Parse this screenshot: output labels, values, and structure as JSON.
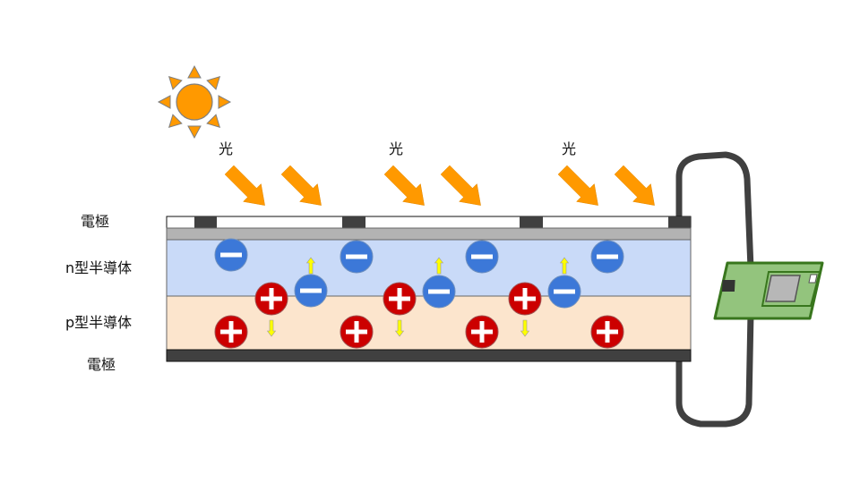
{
  "labels": {
    "top_electrode": "電極",
    "n_type": "n型半導体",
    "p_type": "p型半導体",
    "bottom_electrode": "電極",
    "light": [
      "光",
      "光",
      "光"
    ]
  },
  "icons": {
    "sun": "sun-icon",
    "light_arrow": "light-arrow-icon",
    "electron": "electron-minus-icon",
    "hole": "hole-plus-icon",
    "drift_up": "arrow-up-icon",
    "drift_down": "arrow-down-icon",
    "load": "circuit-board-icon",
    "wire": "wire"
  },
  "symbols": {
    "electron": "−",
    "hole": "+"
  },
  "colors": {
    "sun": "#FF9900",
    "light_arrow": "#FF9900",
    "electrode": "#404040",
    "transparent_layer": "#B3B3B3",
    "n_type": "#C9DAF8",
    "p_type": "#FCE5CD",
    "electron": "#3C78D8",
    "hole": "#CC0000",
    "drift_arrow": "#FFFF00",
    "board": "#93C47D",
    "board_border": "#38761D",
    "chip": "#B7B7B7"
  }
}
